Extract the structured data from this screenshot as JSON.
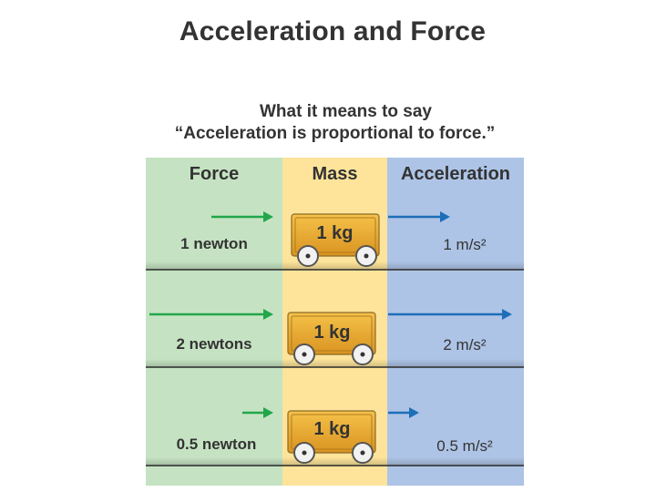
{
  "title": "Acceleration and Force",
  "subtitle_line1": "What it means to say",
  "subtitle_line2": "“Acceleration is proportional to force.”",
  "columns": {
    "force": "Force",
    "mass": "Mass",
    "acceleration": "Acceleration"
  },
  "rows": [
    {
      "force_label": "1 newton",
      "force_value": 1,
      "mass_label": "1 kg",
      "acceleration_label": "1 m/s²",
      "acceleration_value": 1
    },
    {
      "force_label": "2 newtons",
      "force_value": 2,
      "mass_label": "1 kg",
      "acceleration_label": "2 m/s²",
      "acceleration_value": 2
    },
    {
      "force_label": "0.5 newton",
      "force_value": 0.5,
      "mass_label": "1 kg",
      "acceleration_label": "0.5 m/s²",
      "acceleration_value": 0.5
    }
  ],
  "colors": {
    "force_panel": "#c5e3c2",
    "mass_panel": "#fde49a",
    "acceleration_panel": "#aec4e6",
    "force_arrow": "#22a64a",
    "acceleration_arrow": "#1d6fb8",
    "cart_body": "#e9a92c",
    "divider": "#2a2a2a"
  }
}
